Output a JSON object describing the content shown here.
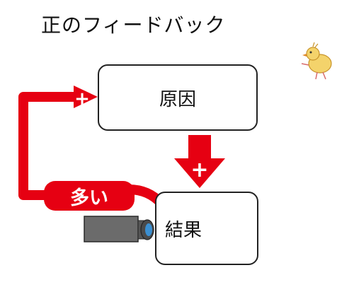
{
  "title": "正のフィードバック",
  "boxes": {
    "cause": "原因",
    "result": "結果"
  },
  "loop": {
    "label": "多い",
    "plus_sign": "+"
  },
  "arrow": {
    "plus_sign": "+"
  },
  "colors": {
    "accent_red": "#e60012",
    "box_border": "#222222",
    "camera_gray": "#6b6b6b",
    "lens_blue": "#3b8fd1"
  },
  "icons": [
    "camera-icon",
    "chick-icon"
  ]
}
